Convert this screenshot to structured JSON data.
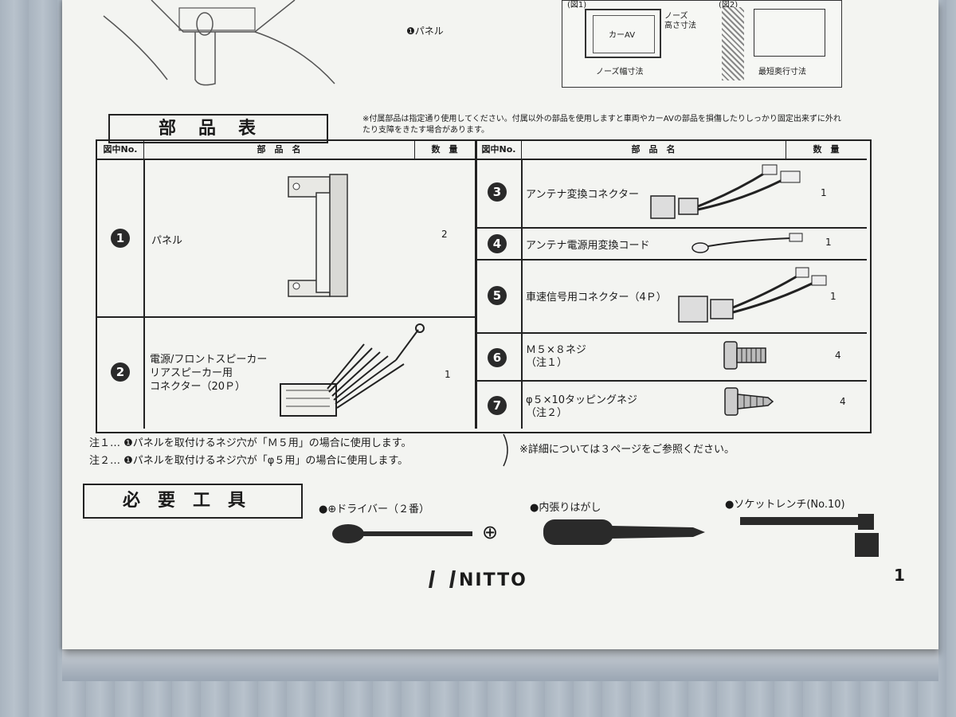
{
  "top": {
    "panel_caption": "❶パネル",
    "fig1": {
      "label": "(図1)",
      "box_text": "カーAV",
      "nose_height": "ノーズ\n高さ寸法",
      "nose_width": "ノーズ幅寸法"
    },
    "fig2": {
      "label": "(図2)",
      "depth": "最短奥行寸法"
    }
  },
  "parts": {
    "title": "部品表",
    "note": "※付属部品は指定通り使用してください。付属以外の部品を使用しますと車両やカーAVの部品を損傷したりしっかり固定出来ずに外れたり支障をきたす場合があります。",
    "headers": {
      "fig_no": "図中No.",
      "name": "部　品　名",
      "qty": "数　量"
    },
    "items": [
      {
        "no": "1",
        "name": "パネル",
        "qty": "2"
      },
      {
        "no": "2",
        "name": "電源/フロントスピーカー\nリアスピーカー用\nコネクター（20Ｐ）",
        "qty": "1"
      },
      {
        "no": "3",
        "name": "アンテナ変換コネクター",
        "qty": "1"
      },
      {
        "no": "4",
        "name": "アンテナ電源用変換コード",
        "qty": "1"
      },
      {
        "no": "5",
        "name": "車速信号用コネクター（4Ｐ）",
        "qty": "1"
      },
      {
        "no": "6",
        "name": "Ｍ５×８ネジ\n（注１）",
        "qty": "4"
      },
      {
        "no": "7",
        "name": "φ５×10タッピングネジ\n（注２）",
        "qty": "4"
      }
    ]
  },
  "notes": {
    "note1": "注１… ❶パネルを取付けるネジ穴が「Ｍ５用」の場合に使用します。",
    "note2": "注２… ❶パネルを取付けるネジ穴が「φ５用」の場合に使用します。",
    "detail": "※詳細については３ページをご参照ください。"
  },
  "tools": {
    "title": "必要工具",
    "items": [
      {
        "label": "●⊕ドライバー（２番）"
      },
      {
        "label": "●内張りはがし"
      },
      {
        "label": "●ソケットレンチ(No.10)"
      }
    ],
    "plus_symbol": "⊕"
  },
  "footer": {
    "logo": "NITTO",
    "page": "1"
  },
  "colors": {
    "paper": "#f3f4f1",
    "ink": "#1a1a1a",
    "background": "#9aa6b3"
  }
}
